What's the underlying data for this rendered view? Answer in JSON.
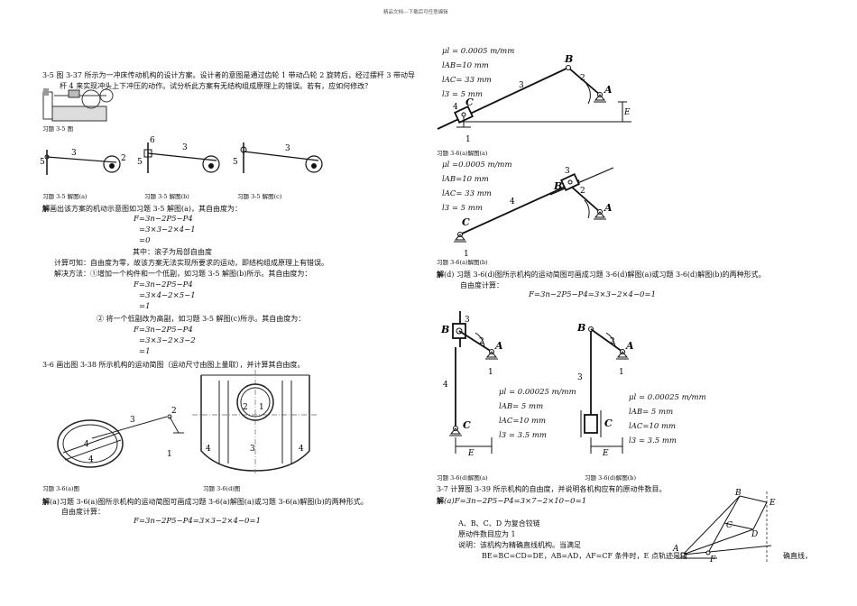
{
  "header": "精品文档---下载后可任意编辑",
  "left": {
    "p35_title_line1": "3-5  图 3-37 所示为一冲床传动机构的设计方案。设计者的意图是通过齿轮 1 带动凸轮 2 旋转后，经过摆杆 3 带动导",
    "p35_title_line2": "杆 4 来实现冲头上下冲压的动作。试分析此方案有无结构组成原理上的错误。若有，应如何修改？",
    "fig35": "习题 3-5 图",
    "cap_a": "习题 3-5 解图(a)",
    "cap_b": "习题 3-5 解图(b)",
    "cap_c": "习题 3-5 解图(c)",
    "sol_label": "解",
    "sol_text": "画出该方案的机动示意图如习题 3-5 解图(a)，其自由度为：",
    "f1": "F=3n−2P5−P4",
    "f2": "=3×3−2×4−1",
    "f3": "=0",
    "note1": "其中：滚子为局部自由度",
    "note2": "计算可知：自由度为零，故该方案无法实现所要求的运动，即结构组成原理上有错误。",
    "note3": "解决方法：①增加一个构件和一个低副，如习题 3-5 解图(b)所示。其自由度为：",
    "f4": "F=3n−2P5−P4",
    "f5": "=3×4−2×5−1",
    "f6": "=1",
    "note4": "② 将一个低副改为高副，如习题 3-5 解图(c)所示。其自由度为：",
    "f7": "F=3n−2P5−P4",
    "f8": "=3×3−2×3−2",
    "f9": "=1",
    "p36_title": "3-6  画出图 3-38 所示机构的运动简图（运动尺寸由图上量取），并计算其自由度。",
    "cap36a": "习题 3-6(a)图",
    "cap36d": "习题 3-6(d)图",
    "sol2_label": "解",
    "sol2_text": "(a)习题 3-6(a)图所示机构的运动简图可画成习题 3-6(a)解图(a)或习题 3-6(a)解图(b)的两种形式。",
    "dof_label": "自由度计算：",
    "f10": "F=3n−2P5−P4=3×3−2×4−0=1"
  },
  "right": {
    "param_a": [
      "μl = 0.0005 m/mm",
      "lAB=10 mm",
      "lAC= 33 mm",
      "l3 = 5 mm"
    ],
    "cap_a": "习题 3-6(a)解图(a)",
    "param_b": [
      "μl =0.0005 m/mm",
      "lAB=10 mm",
      "lAC= 33 mm",
      "l3 = 5 mm"
    ],
    "cap_b": "习题 3-6(a)解图(b)",
    "sol_label": "解",
    "sol_text": "(d) 习题 3-6(d)图所示机构的运动简图可画成习题 3-6(d)解图(a)或习题 3-6(d)解图(b)的两种形式。",
    "dof_label": "自由度计算：",
    "f1": "F=3n−2P5−P4=3×3−2×4−0=1",
    "param_d": [
      "μl = 0.00025 m/mm",
      "lAB= 5 mm",
      "lAC=10 mm",
      "l3 = 3.5 mm"
    ],
    "cap_da": "习题 3-6(d)解图(a)",
    "cap_db": "习题 3-6(d)解图(b)",
    "p37_title": "3-7  计算图 3-39 所示机构的自由度，并说明各机构应有的原动件数目。",
    "sol3_label": "解",
    "f2": "(a)F=3n−2P5−P4=3×7−2×10−0=1",
    "n1": "A、B、C、D 为复合铰链",
    "n2": "原动件数目应为 1",
    "n3": "说明：该机构为精确直线机构。当满足",
    "n4": "BE=BC=CD=DE，AB=AD，AF=CF 条件时，E 点轨迹是精",
    "n5": "确直线，"
  },
  "diagram_labels": {
    "A": "A",
    "B": "B",
    "C": "C",
    "D": "D",
    "E": "E",
    "F": "F",
    "n1": "1",
    "n2": "2",
    "n3": "3",
    "n4": "4",
    "n5": "5",
    "n6": "6"
  }
}
